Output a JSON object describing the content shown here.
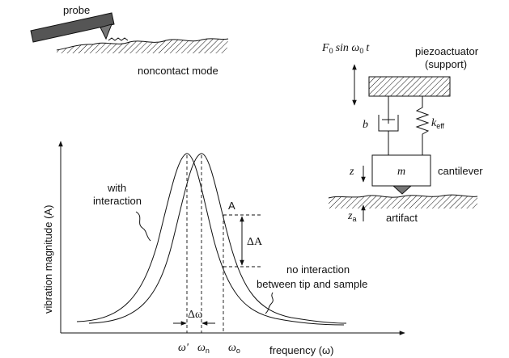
{
  "top_left": {
    "probe_label": "probe",
    "mode_label": "noncontact mode"
  },
  "model": {
    "force_label": "F",
    "force_sub": "0",
    "force_rest": "sin ω",
    "force_rest_sub": "0",
    "force_t": "t",
    "support_label_1": "piezoactuator",
    "support_label_2": "(support)",
    "damper_label": "b",
    "spring_label": "k",
    "spring_sub": "eff",
    "mass_label": "m",
    "cantilever_label": "cantilever",
    "z_label": "z",
    "za_label": "z",
    "za_sub": "a",
    "artifact_label": "artifact"
  },
  "plot": {
    "ylabel": "vibration magnitude (A)",
    "xlabel": "frequency (ω)",
    "with_label_1": "with",
    "with_label_2": "interaction",
    "no_label_1": "no interaction",
    "no_label_2": "between tip and sample",
    "A_label": "A",
    "deltaA_label": "ΔA",
    "delta_omega_label": "Δω",
    "omega_prime": "ω'",
    "omega_n": "ω",
    "omega_n_sub": "n",
    "omega_o": "ω",
    "omega_o_sub": "o"
  }
}
